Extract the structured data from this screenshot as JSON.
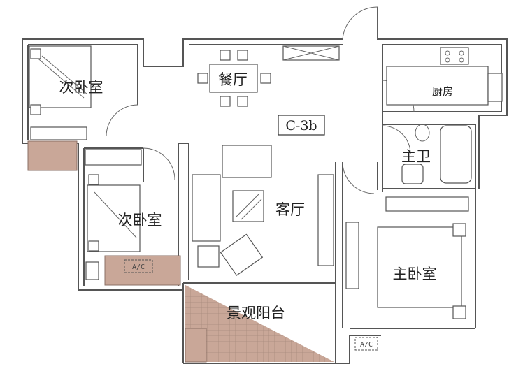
{
  "plan_code": "C-3b",
  "rooms": {
    "secondary_bedroom_1": "次卧室",
    "secondary_bedroom_2": "次卧室",
    "dining_room": "餐厅",
    "kitchen": "厨房",
    "master_bath": "主卫",
    "living_room": "客厅",
    "master_bedroom": "主卧室",
    "balcony": "景观阳台"
  },
  "ac_units": [
    "A/C",
    "A/C"
  ],
  "colors": {
    "wall": "#555555",
    "balcony_fill": "#c9a798",
    "balcony_grid": "#a88a7d"
  }
}
